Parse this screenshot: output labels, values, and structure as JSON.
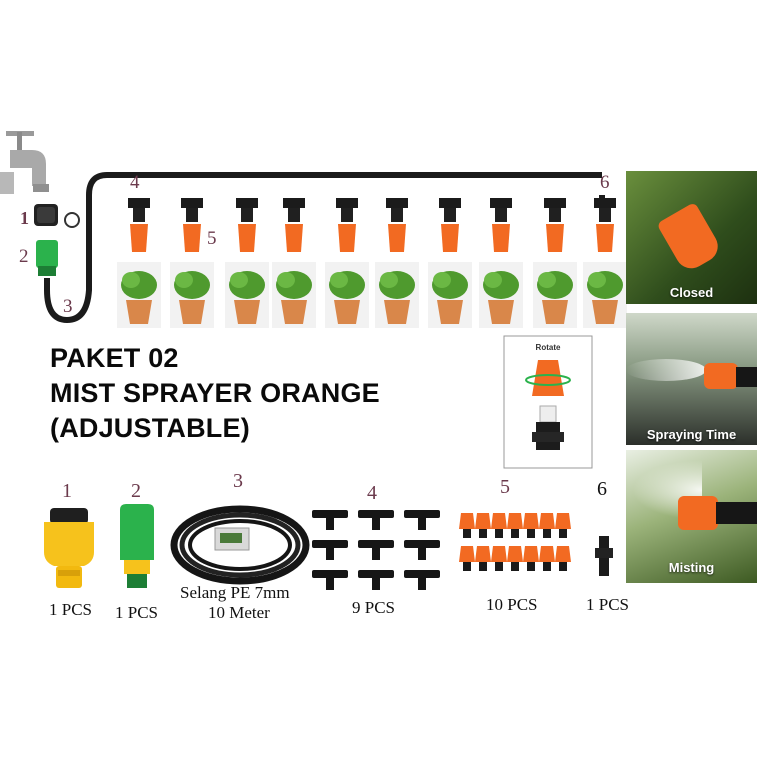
{
  "title": {
    "line1": "PAKET 02",
    "line2": "MIST SPRAYER ORANGE",
    "line3": "(ADJUSTABLE)"
  },
  "diagram_labels": {
    "n1": "1",
    "n2": "2",
    "n3": "3",
    "n4": "4",
    "n5": "5",
    "n6": "6"
  },
  "modes": [
    {
      "caption": "Closed"
    },
    {
      "caption": "Spraying Time"
    },
    {
      "caption": "Misting"
    }
  ],
  "rotate_label": "Rotate",
  "parts": [
    {
      "number": "1",
      "qty": "1 PCS"
    },
    {
      "number": "2",
      "qty": "1 PCS"
    },
    {
      "number": "3",
      "qty_line1": "Selang PE 7mm",
      "qty_line2": "10 Meter"
    },
    {
      "number": "4",
      "qty": "9 PCS"
    },
    {
      "number": "5",
      "qty": "10 PCS"
    },
    {
      "number": "6",
      "qty": "1 PCS"
    }
  ],
  "colors": {
    "orange": "#f26a22",
    "hose": "#1b1b1b",
    "green": "#2bb24c",
    "yellow": "#f6c21c",
    "label": "#6b3a4c"
  }
}
